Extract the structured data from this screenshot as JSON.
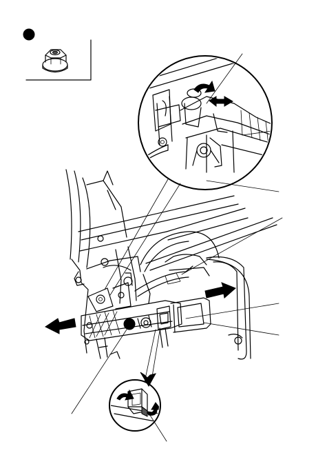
{
  "figure": {
    "background": "#ffffff",
    "line_color": "#000000",
    "callout_marker": "filled-dot",
    "inset_part": "flange-nut",
    "arrows": [
      "arrow-right-remove",
      "arrow-left-remove"
    ]
  }
}
